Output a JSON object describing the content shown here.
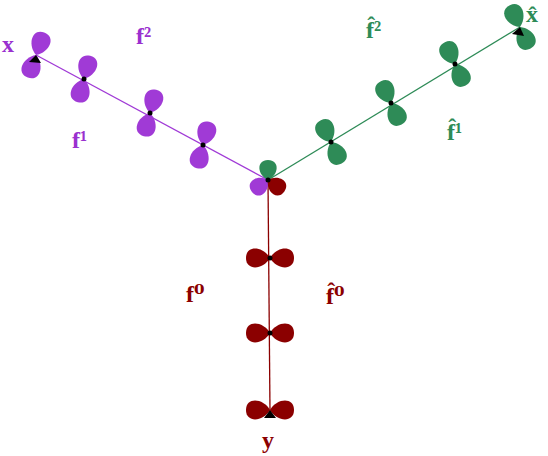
{
  "diagram": {
    "labels": [
      "x",
      "f²",
      "x̂",
      "f̂²",
      "f¹",
      "f̂¹",
      "f⁰",
      "f̂⁰",
      "y"
    ]
  }
}
